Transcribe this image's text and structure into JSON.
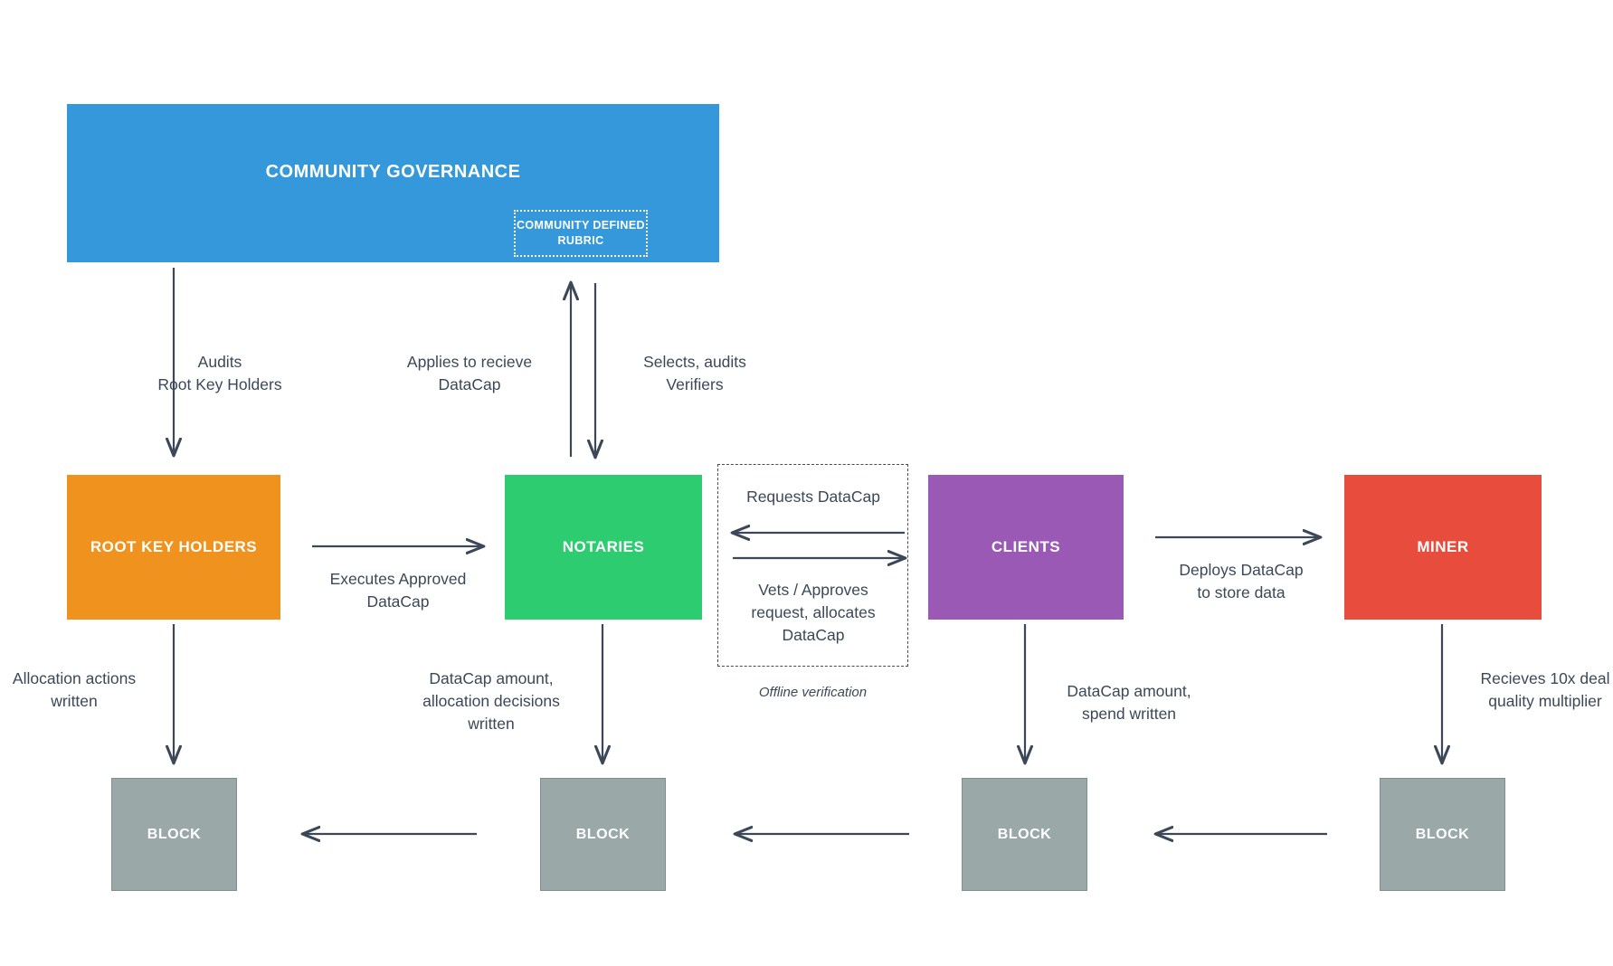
{
  "diagram": {
    "title": "Filecoin DataCap / Fil+ allocation flow",
    "colors": {
      "governance": "#3498db",
      "root_key_holders": "#f0931e",
      "notaries": "#2ecc71",
      "clients": "#9b59b6",
      "miner": "#e74c3c",
      "block": "#9aa9a8",
      "arrow": "#3c4858",
      "text": "#3c4858",
      "background": "#ffffff"
    },
    "nodes": {
      "governance": "COMMUNITY GOVERNANCE",
      "rubric": "COMMUNITY\nDEFINED RUBRIC",
      "root_key_holders": "ROOT KEY\nHOLDERS",
      "notaries": "NOTARIES",
      "clients": "CLIENTS",
      "miner": "MINER",
      "block_1": "BLOCK",
      "block_2": "BLOCK",
      "block_3": "BLOCK",
      "block_4": "BLOCK"
    },
    "edge_labels": {
      "audits_rkh": "Audits\nRoot Key Holders",
      "applies_datacap": "Applies to recieve\nDataCap",
      "selects_audits": "Selects, audits\nVerifiers",
      "executes_approved": "Executes Approved\nDataCap",
      "requests_datacap": "Requests DataCap",
      "vets_approves": "Vets / Approves\nrequest,  allocates\nDataCap",
      "offline_verification": "Offline verification",
      "deploys_datacap": "Deploys DataCap\nto store data",
      "allocation_actions": "Allocation actions\nwritten",
      "datacap_allocation_decisions": "DataCap amount,\nallocation decisions\nwritten",
      "datacap_spend": "DataCap amount,\nspend written",
      "recieves_multiplier": "Recieves 10x deal\nquality multiplier"
    }
  }
}
